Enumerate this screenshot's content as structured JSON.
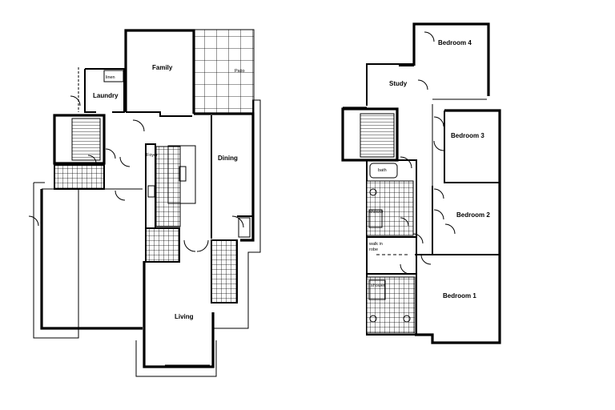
{
  "ground_floor": {
    "rooms": {
      "family": "Family",
      "patio": "Patio",
      "laundry": "Laundry",
      "linen": "linen",
      "foyer": "Foyer",
      "dining": "Dining",
      "living": "Living"
    }
  },
  "upper_floor": {
    "rooms": {
      "bedroom4": "Bedroom 4",
      "study": "Study",
      "bedroom3": "Bedroom 3",
      "bedroom2": "Bedroom 2",
      "bedroom1": "Bedroom 1",
      "bath": "bath",
      "shower": "shower",
      "walk_in_robe": "walk in\nrobe",
      "shower2": "shower"
    }
  }
}
